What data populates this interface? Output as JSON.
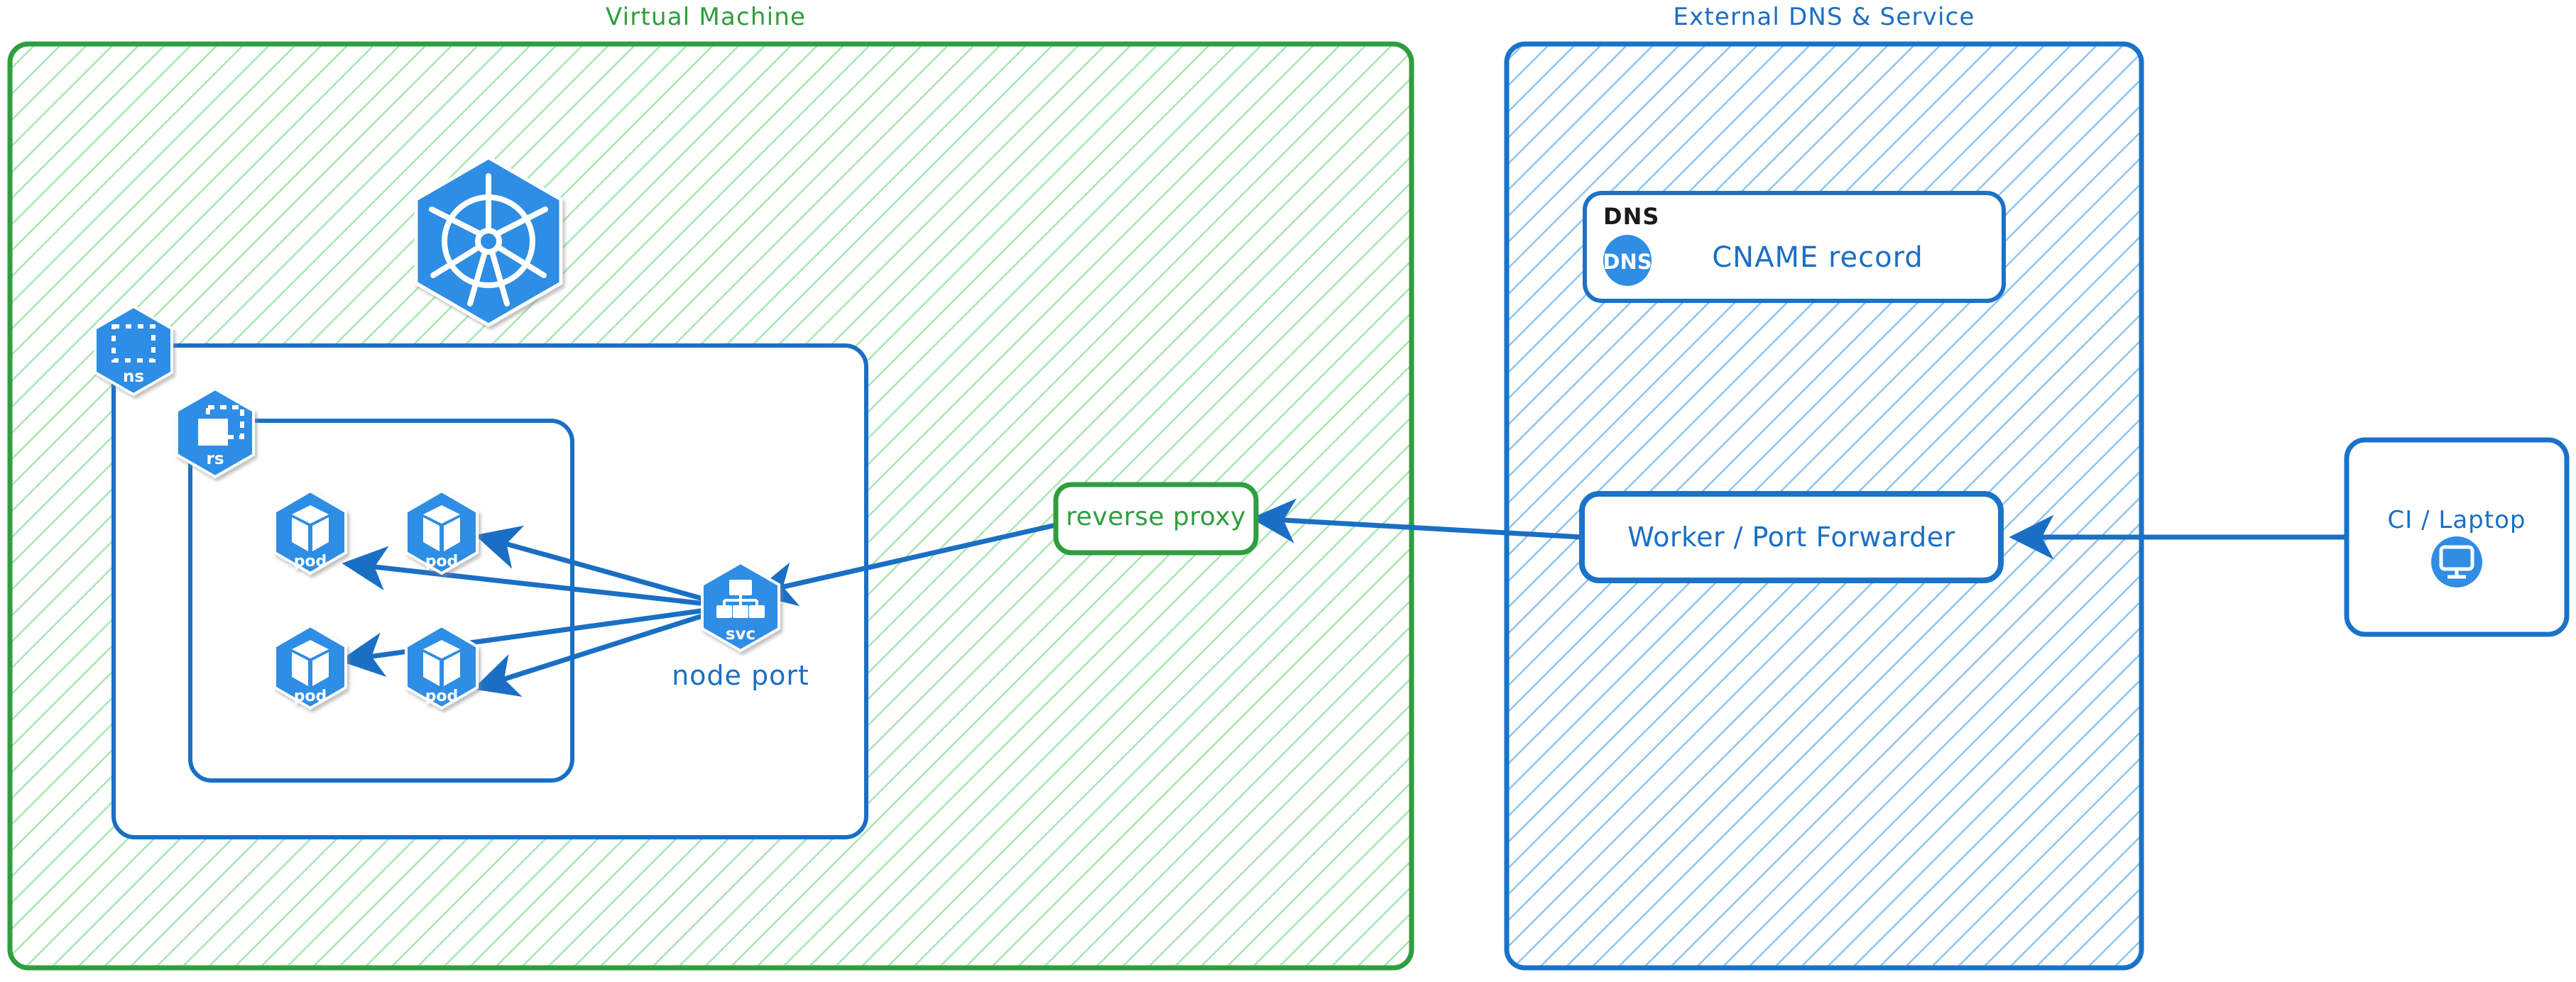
{
  "diagram": {
    "title_left": "Virtual Machine",
    "title_right": "External DNS & Service",
    "colors": {
      "green_border": "#2e9e3e",
      "green_hatch": "#a8e6b0",
      "green_text": "#2e9e3e",
      "blue_border": "#1a73c8",
      "blue_hatch": "#8ec5f0",
      "blue_text": "#1a6fc4",
      "k8s_blue": "#2f8de4",
      "black_text": "#1a1a1a",
      "white": "#ffffff"
    }
  },
  "vm_panel": {
    "title": "Virtual Machine",
    "k8s_logo": "kubernetes-wheel-icon",
    "namespace": {
      "badge_label": "ns",
      "icon": "namespace-icon"
    },
    "replicaset": {
      "badge_label": "rs",
      "icon": "replicaset-icon"
    },
    "pods": [
      {
        "label": "pod",
        "icon": "pod-icon"
      },
      {
        "label": "pod",
        "icon": "pod-icon"
      },
      {
        "label": "pod",
        "icon": "pod-icon"
      },
      {
        "label": "pod",
        "icon": "pod-icon"
      }
    ],
    "service": {
      "badge_label": "svc",
      "icon": "service-icon",
      "caption": "node port"
    },
    "reverse_proxy": {
      "label": "reverse proxy"
    }
  },
  "dns_panel": {
    "title": "External DNS & Service",
    "dns_card": {
      "heading": "DNS",
      "badge_label": "DNS",
      "record": "CNAME record"
    },
    "worker": {
      "label": "Worker / Port Forwarder"
    }
  },
  "client": {
    "label": "CI / Laptop",
    "icon": "monitor-icon"
  },
  "edges": [
    {
      "from": "svc",
      "to": "pod-1",
      "direction": "one-way"
    },
    {
      "from": "svc",
      "to": "pod-2",
      "direction": "one-way"
    },
    {
      "from": "svc",
      "to": "pod-3",
      "direction": "one-way"
    },
    {
      "from": "svc",
      "to": "pod-4",
      "direction": "one-way"
    },
    {
      "from": "reverse-proxy",
      "to": "svc",
      "direction": "one-way"
    },
    {
      "from": "worker",
      "to": "reverse-proxy",
      "direction": "one-way"
    },
    {
      "from": "ci-laptop",
      "to": "worker",
      "direction": "one-way"
    }
  ]
}
